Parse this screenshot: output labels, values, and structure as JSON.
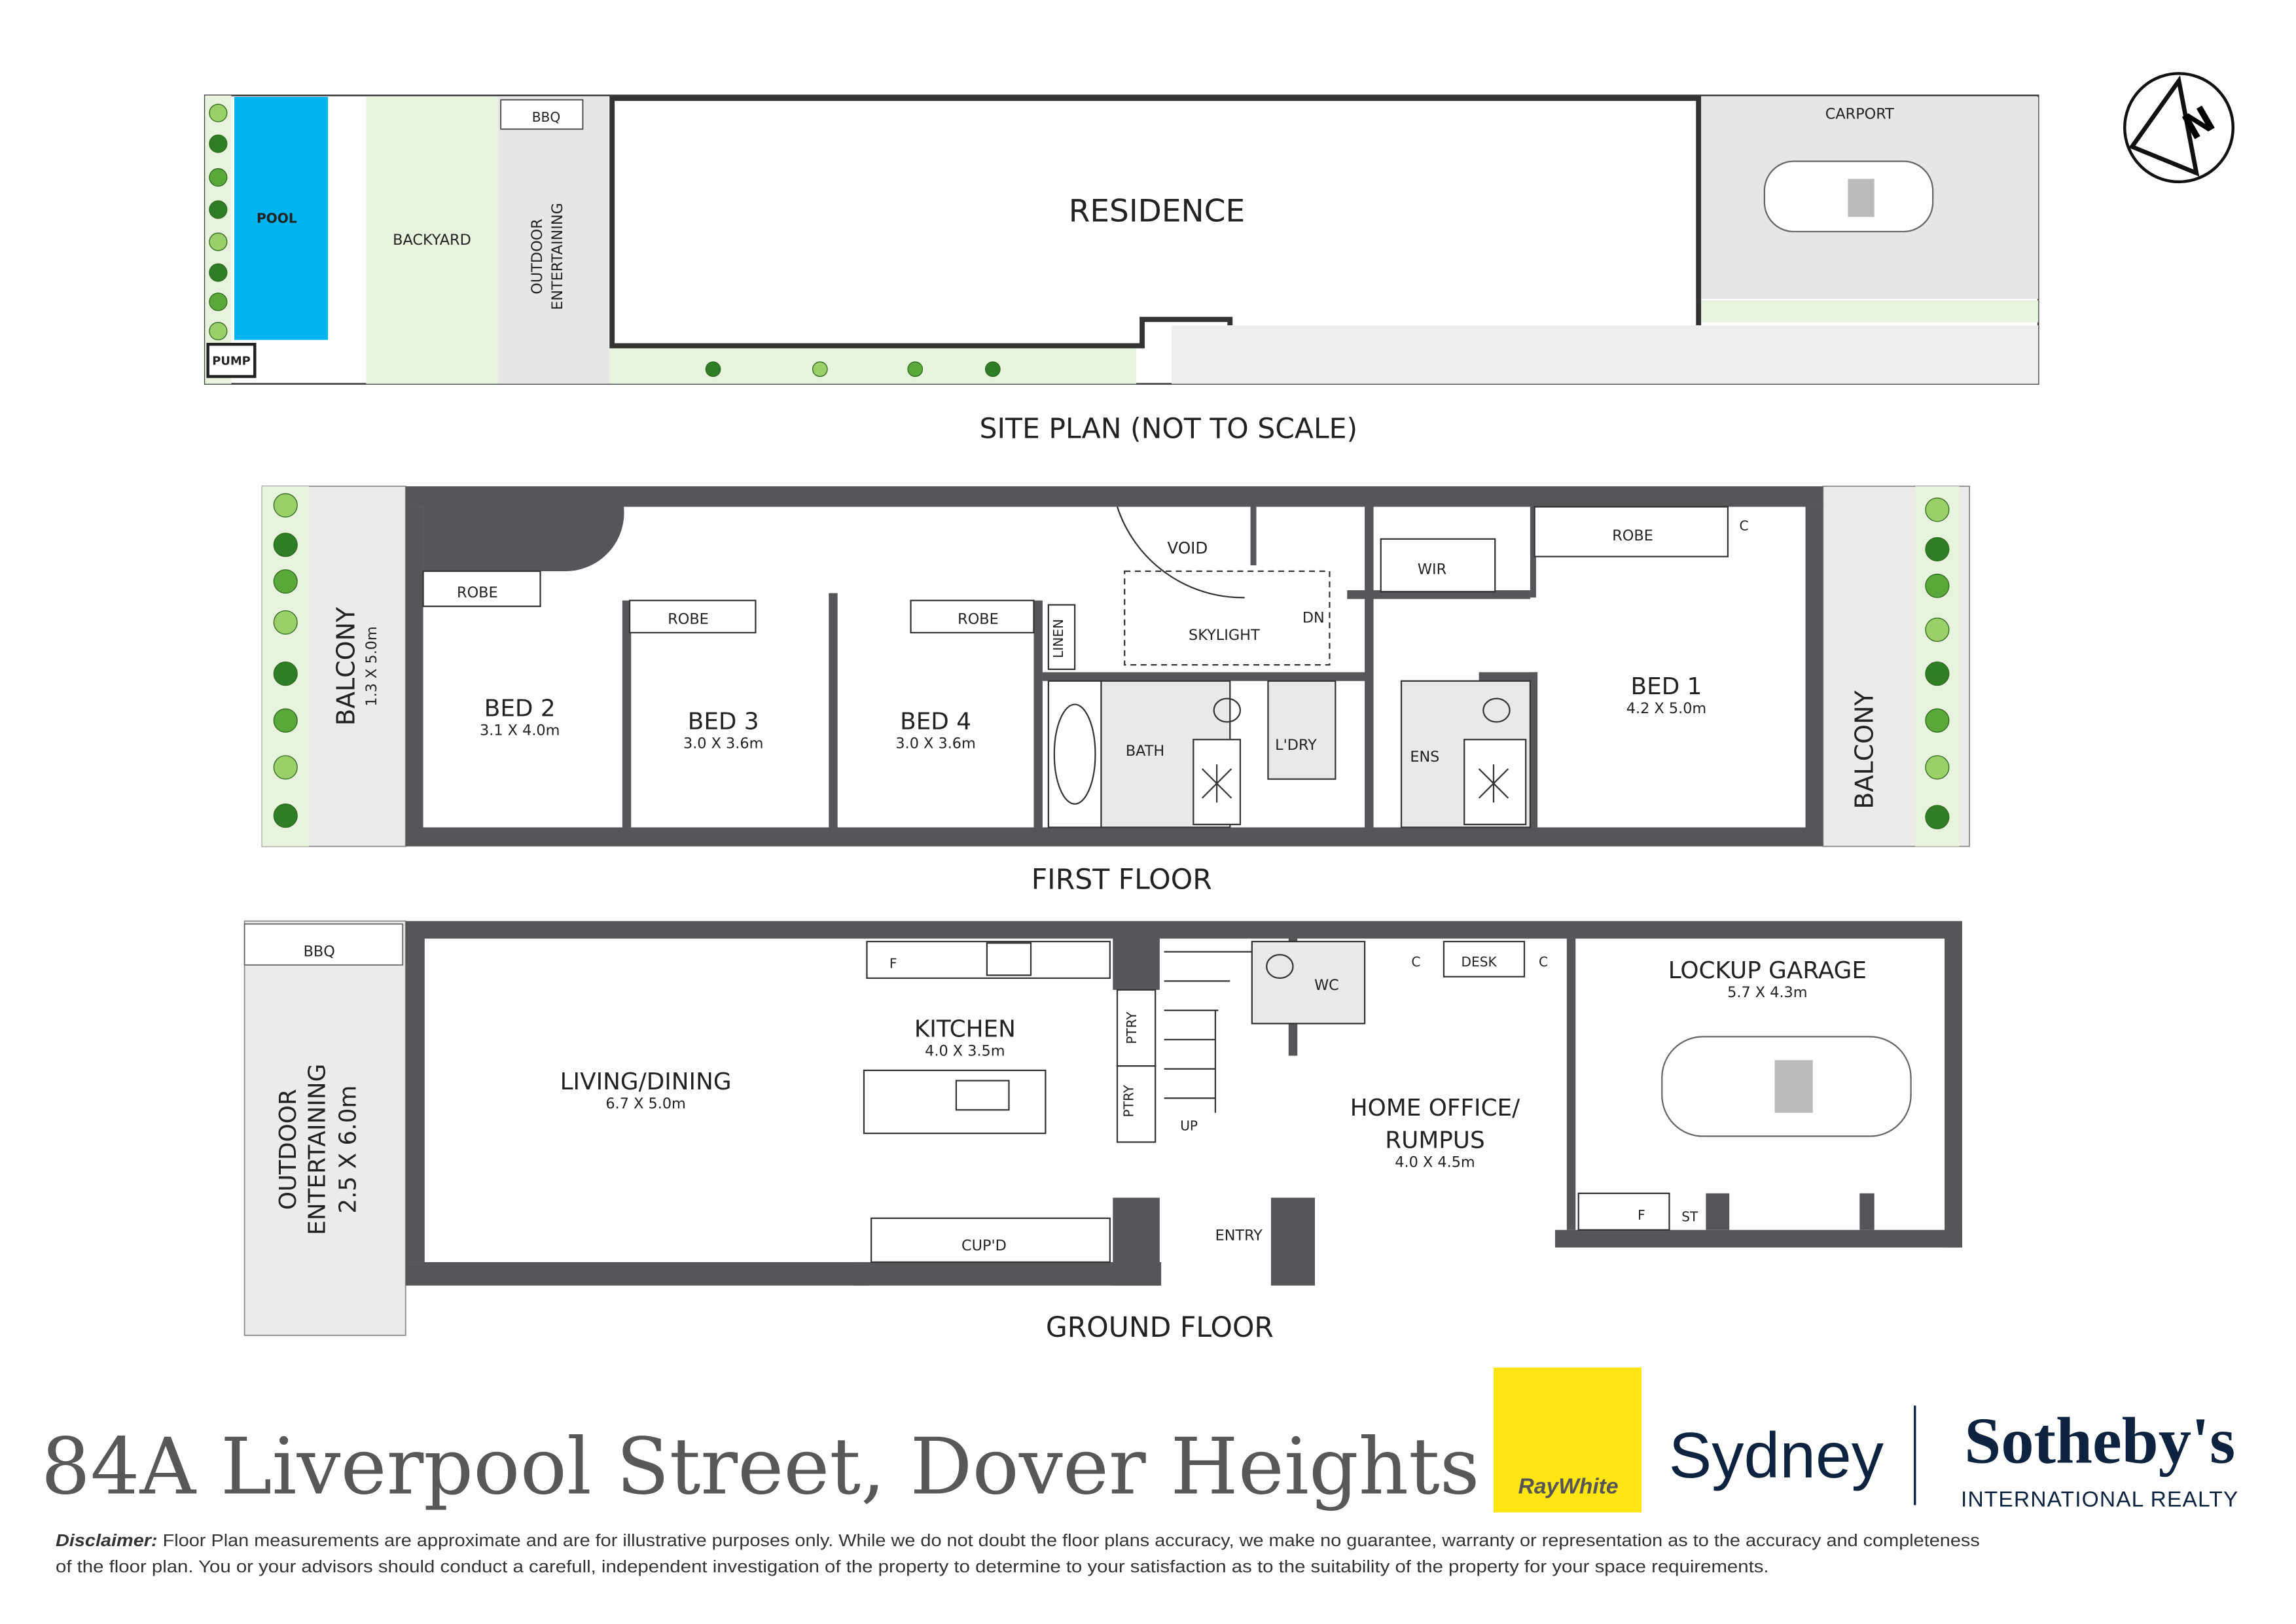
{
  "site_plan": {
    "title": "SITE PLAN (NOT TO SCALE)",
    "pool": "POOL",
    "pump": "PUMP",
    "backyard": "BACKYARD",
    "bbq": "BBQ",
    "outdoor_1": "OUTDOOR",
    "outdoor_2": "ENTERTAINING",
    "residence": "RESIDENCE",
    "carport": "CARPORT"
  },
  "first_floor": {
    "title": "FIRST FLOOR",
    "balcony_left": "BALCONY",
    "balcony_left_dim": "1.3 X 5.0m",
    "balcony_right": "BALCONY",
    "bed2": "BED 2",
    "bed2_dim": "3.1 X 4.0m",
    "bed3": "BED 3",
    "bed3_dim": "3.0 X 3.6m",
    "bed4": "BED 4",
    "bed4_dim": "3.0 X 3.6m",
    "bed1": "BED 1",
    "bed1_dim": "4.2 X 5.0m",
    "robe": "ROBE",
    "linen": "LINEN",
    "void": "VOID",
    "skylight": "SKYLIGHT",
    "dn": "DN",
    "wir": "WIR",
    "c": "C",
    "bath": "BATH",
    "ldry": "L'DRY",
    "ens": "ENS"
  },
  "ground_floor": {
    "title": "GROUND FLOOR",
    "bbq": "BBQ",
    "outdoor_1": "OUTDOOR",
    "outdoor_2": "ENTERTAINING",
    "outdoor_dim": "2.5 X 6.0m",
    "living": "LIVING/DINING",
    "living_dim": "6.7 X 5.0m",
    "kitchen": "KITCHEN",
    "kitchen_dim": "4.0 X 3.5m",
    "f": "F",
    "ptry": "PTRY",
    "cupd": "CUP'D",
    "up": "UP",
    "wc": "WC",
    "c": "C",
    "desk": "DESK",
    "entry": "ENTRY",
    "office_1": "HOME OFFICE/",
    "office_2": "RUMPUS",
    "office_dim": "4.0 X 4.5m",
    "garage": "LOCKUP GARAGE",
    "garage_dim": "5.7 X 4.3m",
    "st": "ST"
  },
  "footer": {
    "address": "84A Liverpool Street, Dover Heights",
    "raywhite": "RayWhite",
    "sydney": "Sydney",
    "sothebys": "Sotheby's",
    "sothebys_sub": "INTERNATIONAL REALTY",
    "disclaimer_label": "Disclaimer:",
    "disclaimer_1": " Floor Plan measurements are approximate and are for illustrative purposes only. While we do not doubt the  floor  plans  accuracy,  we make no guarantee, warranty or representation as to the accuracy and completeness",
    "disclaimer_2": "of the floor plan.  You  or  your  advisors  should  conduct a carefull, independent investigation of the property to determine to your satisfaction as to the suitability of the property for your space requirements."
  },
  "colors": {
    "wall": "#55555a",
    "pool": "#00b4f0",
    "garden": "#e7f3dd",
    "paving": "#e6e6e6",
    "raywhite_yellow": "#ffe512",
    "sothebys_navy": "#0d2340"
  },
  "icons": [
    "north-arrow-compass",
    "car",
    "tree",
    "toilet",
    "shower",
    "bath-tub"
  ]
}
